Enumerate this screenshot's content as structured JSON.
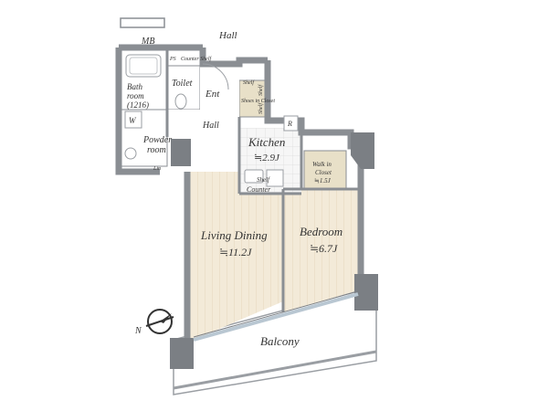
{
  "colors": {
    "wall": "#8a8e93",
    "wall_dark": "#6f7378",
    "floor_wood": "#f3ead8",
    "floor_lines": "#e4d6bb",
    "wet_area": "#ffffff",
    "closet": "#e8e0c8",
    "tile": "#f2f2f2",
    "text": "#333333",
    "glass": "#b9c7d2"
  },
  "labels": {
    "hall_top": "Hall",
    "mb": "MB",
    "counter_shelf": "Counter Shelf",
    "ps": "PS",
    "bathroom_line1": "Bath",
    "bathroom_line2": "room",
    "bathroom_line3": "(1216)",
    "toilet": "Toilet",
    "ent": "Ent",
    "shelf_a": "Shelf",
    "shelf_b": "Shelf",
    "shelf_c": "Shelf",
    "shoes_in_closet": "Shoes in Closet",
    "hall_mid": "Hall",
    "w": "W",
    "powder_room_line1": "Powder",
    "powder_room_line2": "room",
    "lin": "Lin",
    "kitchen": "Kitchen",
    "kitchen_size": "≒2.9J",
    "r": "R",
    "shelf_kitchen": "Shelf",
    "counter": "Counter",
    "walkin_line1": "Walk in",
    "walkin_line2": "Closet",
    "walkin_size": "≒1.5J",
    "living_dining": "Living Dining",
    "living_size": "≒11.2J",
    "bedroom": "Bedroom",
    "bedroom_size": "≒6.7J",
    "balcony": "Balcony",
    "north": "N"
  }
}
